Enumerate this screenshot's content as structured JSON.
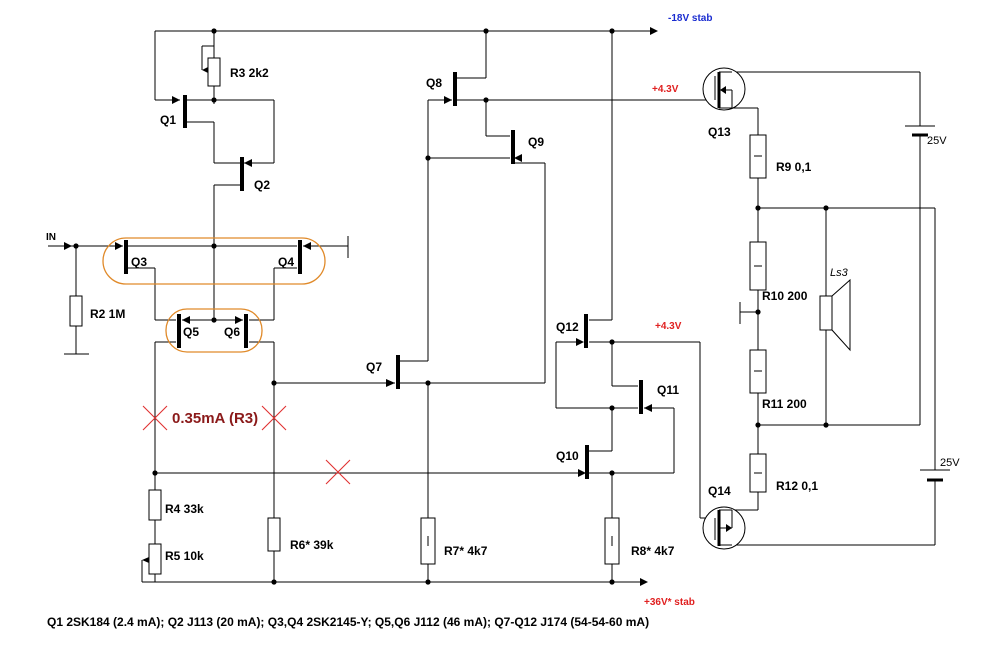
{
  "rails": {
    "neg_supply": "-18V stab",
    "pos_supply": "+36V* stab",
    "bias_upper": "+4.3V",
    "bias_lower": "+4.3V",
    "battery_upper": "25V",
    "battery_lower": "25V"
  },
  "input_label": "IN",
  "transistors": {
    "q1": "Q1",
    "q2": "Q2",
    "q3": "Q3",
    "q4": "Q4",
    "q5": "Q5",
    "q6": "Q6",
    "q7": "Q7",
    "q8": "Q8",
    "q9": "Q9",
    "q10": "Q10",
    "q11": "Q11",
    "q12": "Q12",
    "q13": "Q13",
    "q14": "Q14"
  },
  "resistors": {
    "r2": "R2  1M",
    "r3": "R3  2k2",
    "r4": "R4  33k",
    "r5": "R5  10k",
    "r6": "R6*  39k",
    "r7": "R7*  4k7",
    "r8": "R8*  4k7",
    "r9": "R9  0,1",
    "r10": "R10   200",
    "r11": "R11   200",
    "r12": "R12  0,1"
  },
  "speaker_label": "Ls3",
  "current_note": "0.35mA (R3)",
  "parts_list": "Q1  2SK184 (2.4 mA);  Q2  J113 (20 mA);  Q3,Q4  2SK2145-Y;   Q5,Q6  J112 (46 mA);  Q7-Q12   J174 (54-54-60 mA)"
}
